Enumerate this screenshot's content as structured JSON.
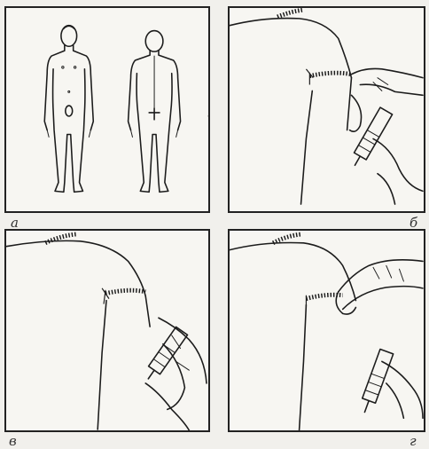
{
  "panels": [
    {
      "key": "a",
      "label": "а"
    },
    {
      "key": "b",
      "label": "б"
    },
    {
      "key": "v",
      "label": "в"
    },
    {
      "key": "g",
      "label": "г"
    }
  ]
}
